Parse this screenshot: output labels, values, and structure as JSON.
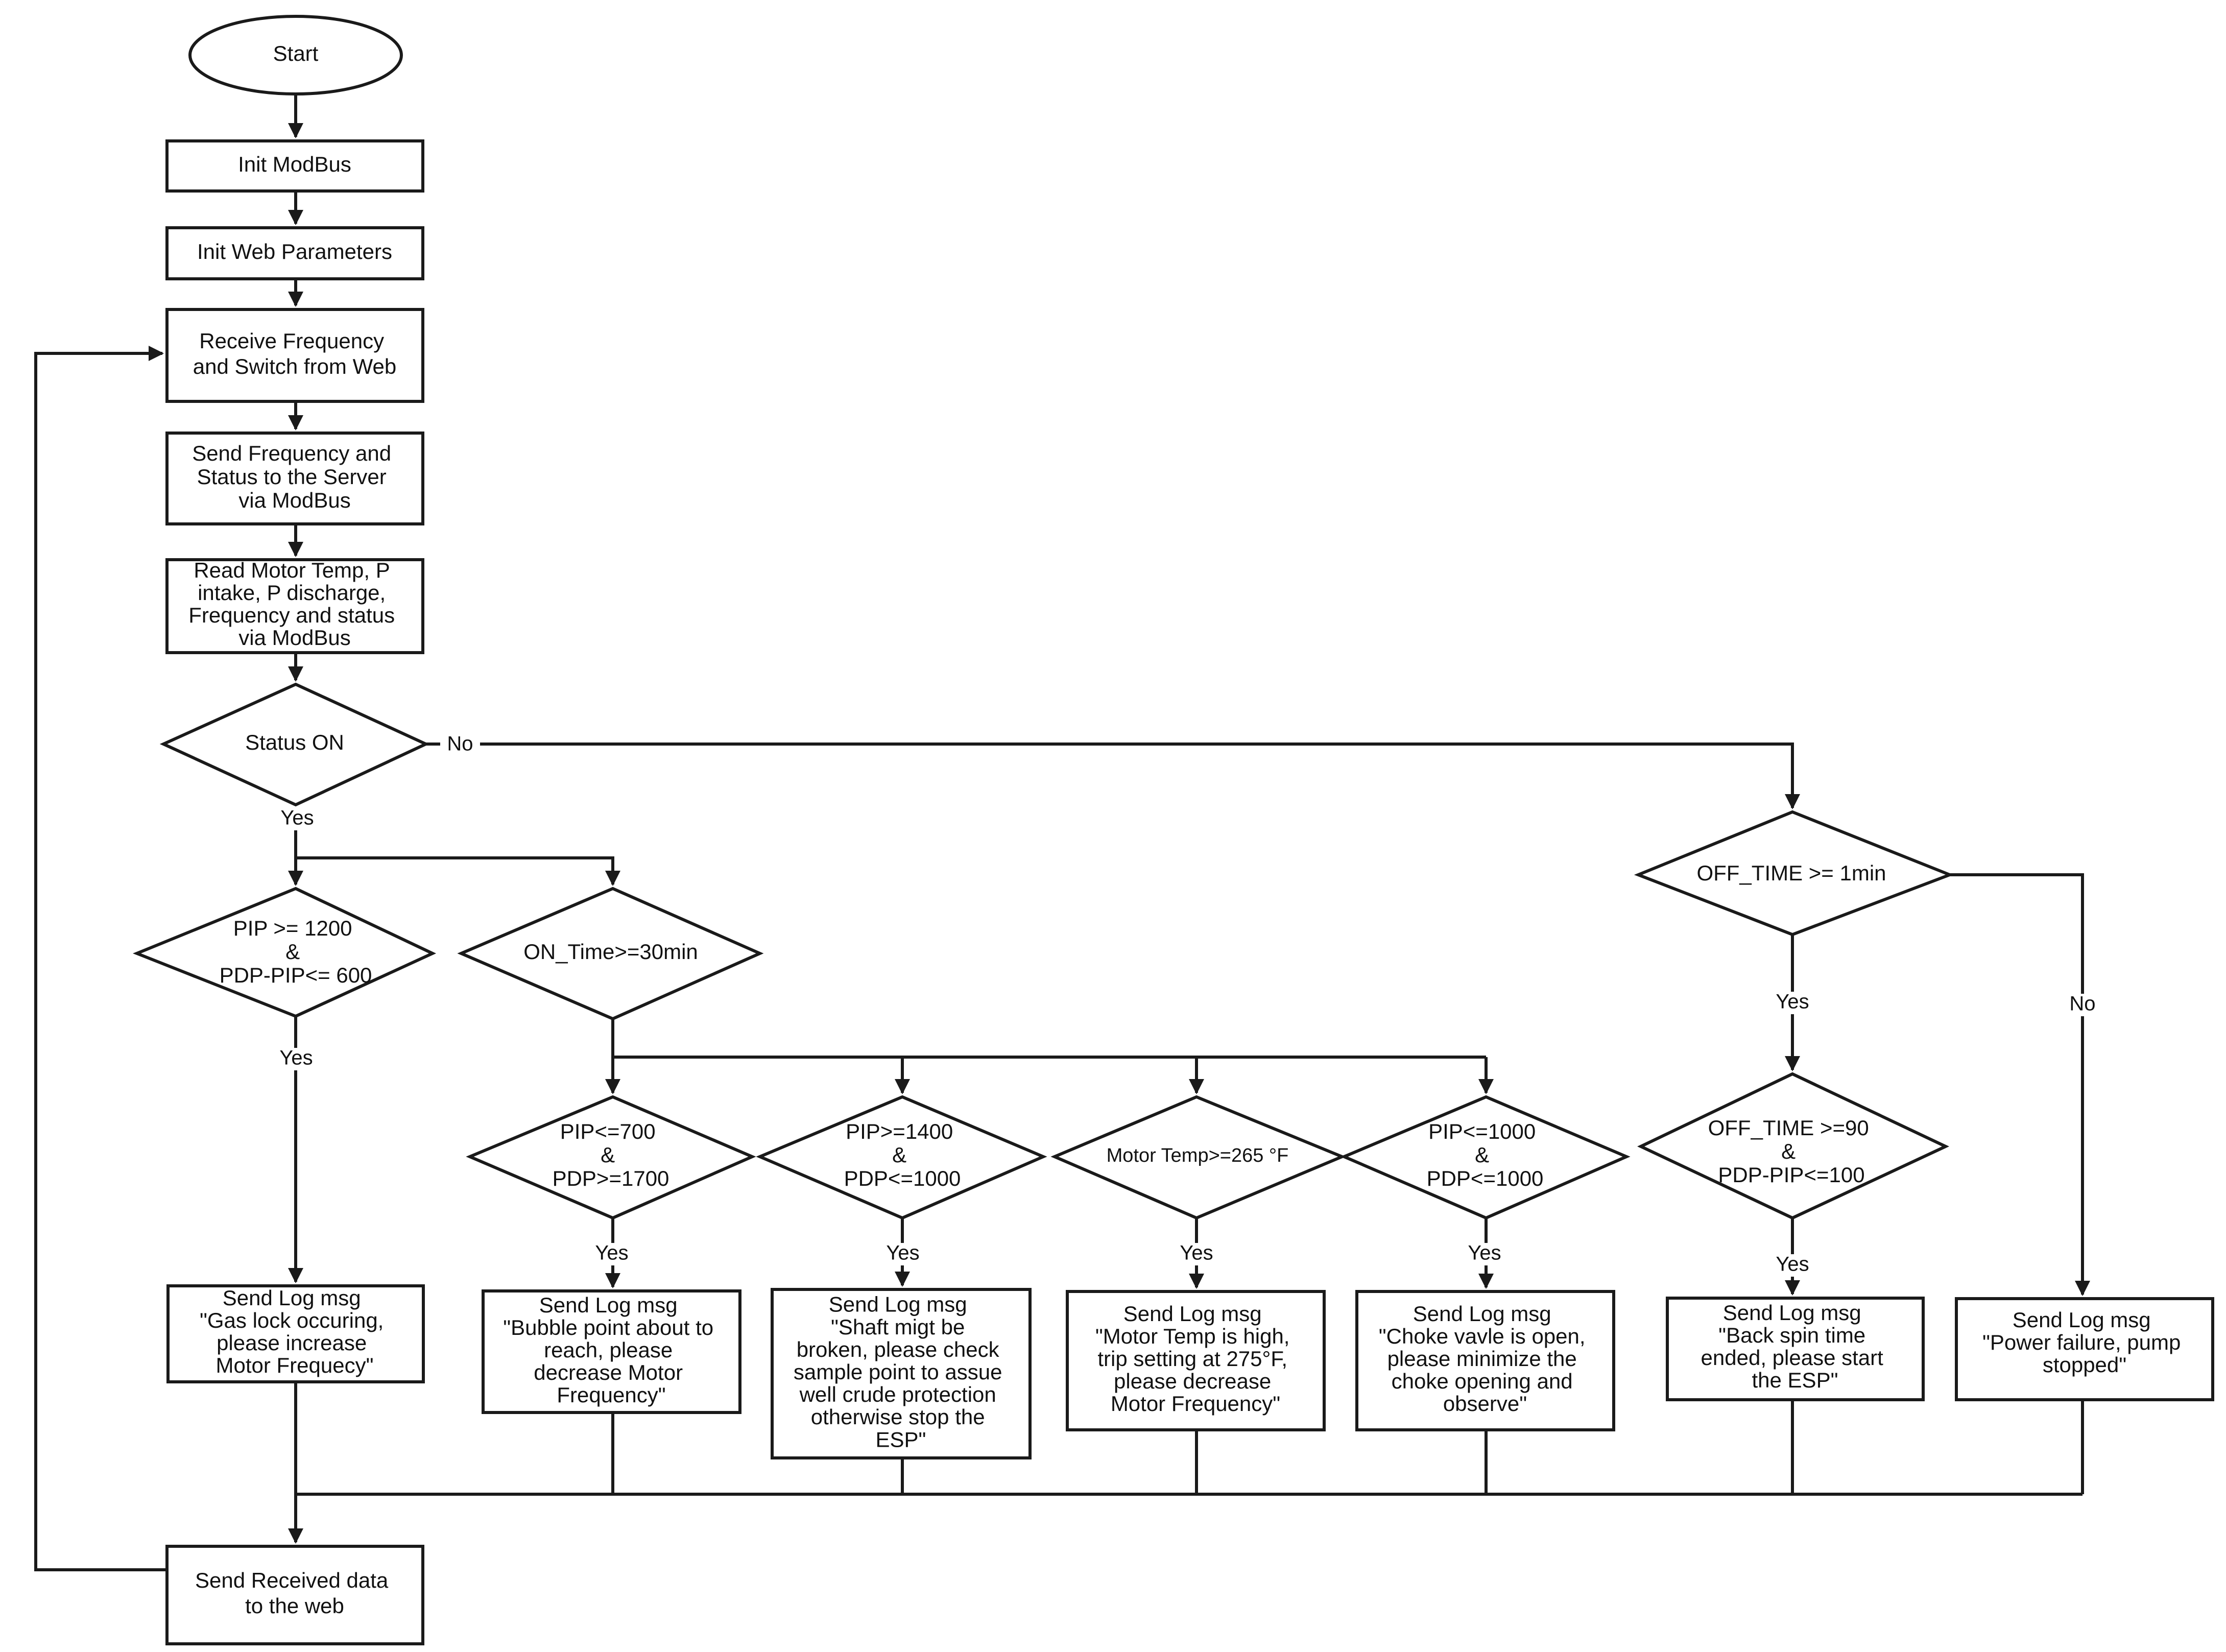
{
  "flowchart": {
    "start": "Start",
    "init_modbus": "Init ModBus",
    "init_web": "Init Web Parameters",
    "receive_freq": [
      "Receive Frequency",
      "and Switch from Web"
    ],
    "send_freq": [
      "Send Frequency and",
      "Status to the Server",
      "via ModBus"
    ],
    "read_motor": [
      "Read Motor Temp, P",
      "intake, P discharge,",
      "Frequency and status",
      "via ModBus"
    ],
    "status_on": "Status ON",
    "pip_gaslock": [
      "PIP >= 1200",
      "&",
      "PDP-PIP<= 600"
    ],
    "on_time": "ON_Time>=30min",
    "pip_bubble": [
      "PIP<=700",
      "&",
      "PDP>=1700"
    ],
    "pip_shaft": [
      "PIP>=1400",
      "&",
      "PDP<=1000"
    ],
    "motor_temp": "Motor Temp>=265 °F",
    "pip_choke": [
      "PIP<=1000",
      "&",
      "PDP<=1000"
    ],
    "off_time": "OFF_TIME >= 1min",
    "off_time_90": [
      "OFF_TIME >=90",
      "&",
      "PDP-PIP<=100"
    ],
    "log_gaslock": [
      "Send Log msg",
      "\"Gas lock occuring,",
      "please increase",
      "Motor Frequecy\""
    ],
    "log_bubble": [
      "Send Log msg",
      "\"Bubble point about to",
      "reach, please",
      "decrease Motor",
      "Frequency\""
    ],
    "log_shaft": [
      "Send Log msg",
      "\"Shaft migt be",
      "broken, please check",
      "sample point to assue",
      "well crude protection",
      "otherwise stop the",
      "ESP\""
    ],
    "log_motor": [
      "Send Log msg",
      "\"Motor Temp is high,",
      "trip setting at 275°F,",
      "please decrease",
      "Motor Frequency\""
    ],
    "log_choke": [
      "Send Log msg",
      "\"Choke vavle is open,",
      "please minimize the",
      "choke opening and",
      "observe\""
    ],
    "log_backspin": [
      "Send Log msg",
      "\"Back spin time",
      "ended, please start",
      "the ESP\""
    ],
    "log_power": [
      "Send Log msg",
      "\"Power failure, pump",
      "stopped\""
    ],
    "send_received": [
      "Send Received data",
      "to the web"
    ],
    "labels": {
      "yes": "Yes",
      "no": "No"
    }
  }
}
